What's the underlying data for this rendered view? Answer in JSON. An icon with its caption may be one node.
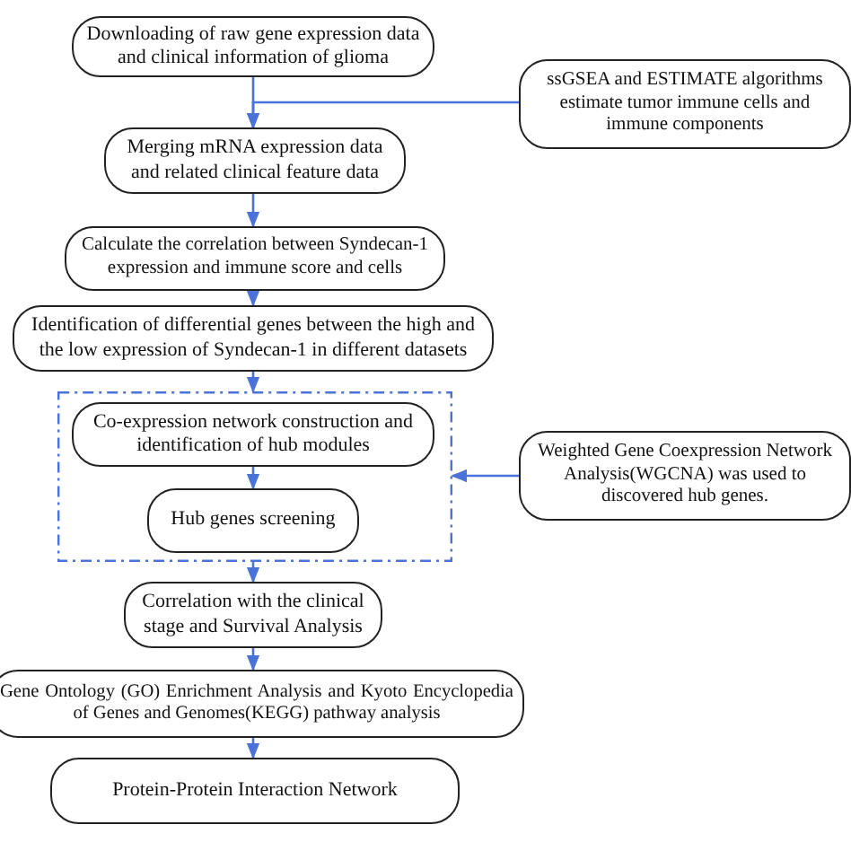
{
  "diagram": {
    "nodes": [
      {
        "text": [
          "Downloading of raw gene expression data and clinical information of glioma"
        ]
      },
      {
        "text": [
          "ssGSEA and ESTIMATE algorithms estimate tumor immune cells and immune components"
        ]
      },
      {
        "text": [
          "Merging mRNA expression data and related clinical feature data"
        ]
      },
      {
        "text": [
          "Calculate the correlation between Syndecan-1 expression and immune score and cells"
        ]
      },
      {
        "text": [
          "Identification of differential genes between the high and the low expression of Syndecan-1 in different datasets"
        ]
      },
      {
        "text": [],
        "shape": "box"
      },
      {
        "text": [
          "Co-expression network construction and identification of hub modules"
        ],
        "in": 5
      },
      {
        "text": [
          "Hub genes screening"
        ],
        "in": 5
      },
      {
        "text": [
          "Weighted Gene Coexpression Network Analysis(WGCNA) was used to discovered hub genes."
        ]
      },
      {
        "text": [
          "Correlation with the clinical stage and Survival Analysis"
        ]
      },
      {
        "text": [
          "Gene Ontology (GO) Enrichment Analysis and Kyoto Encyclopedia of Genes and Genomes(KEGG) pathway analysis"
        ]
      },
      {
        "text": [
          "Protein-Protein Interaction Network"
        ]
      }
    ],
    "edges": [
      {
        "from": 0,
        "to": 2,
        "arrow": "to"
      },
      {
        "from": 1,
        "to": 2,
        "arrow": "to"
      },
      {
        "from": 2,
        "to": 3,
        "arrow": "to"
      },
      {
        "from": 3,
        "to": 4,
        "arrow": "to"
      },
      {
        "from": 4,
        "to": 5,
        "arrow": "to"
      },
      {
        "from": 6,
        "to": 7,
        "arrow": "to"
      },
      {
        "from": 8,
        "to": 5,
        "arrow": "to"
      },
      {
        "from": 5,
        "to": 9,
        "arrow": "to"
      },
      {
        "from": 9,
        "to": 10,
        "arrow": "to"
      },
      {
        "from": 10,
        "to": 11,
        "arrow": "to"
      }
    ]
  }
}
